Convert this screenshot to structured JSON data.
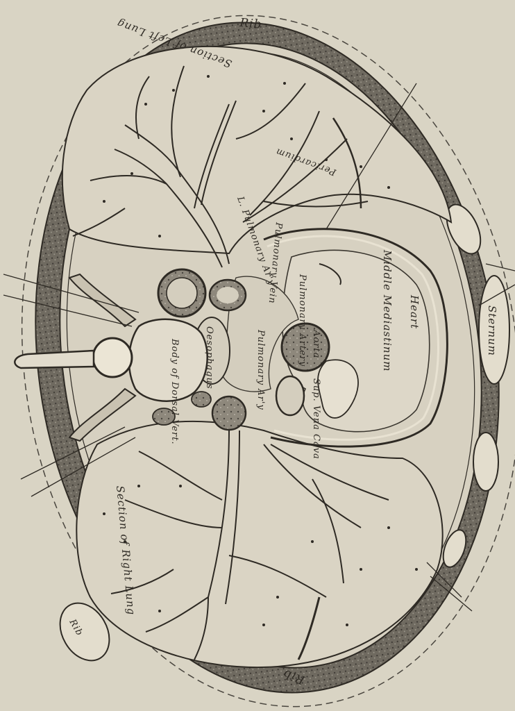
{
  "labels": {
    "rib_top": "Rib",
    "rib_bottom": "Rib",
    "rib_lower_left": "Rib",
    "left_lung": "Section of Left Lung",
    "pericardium": "Pericardium",
    "pulmonary_vein_left": "Pulmonary Vein",
    "l_pulmonary_artery": "L. Pulmonary Ar'y",
    "middle_mediastinum": "Middle Mediastinum",
    "heart": "Heart",
    "sternum": "Sternum",
    "pulmonary_artery": "Pulmonary Artery",
    "aorta": "Aorta",
    "vena_cava": "Sup. Vena Cava",
    "body_dorsal_vert": "Body of Dorsal Vert.",
    "oesophagus": "Oesophagus",
    "r_pulmonary_artery": "Pulmonary Ar'y",
    "right_lung": "Section of Right Lung"
  }
}
